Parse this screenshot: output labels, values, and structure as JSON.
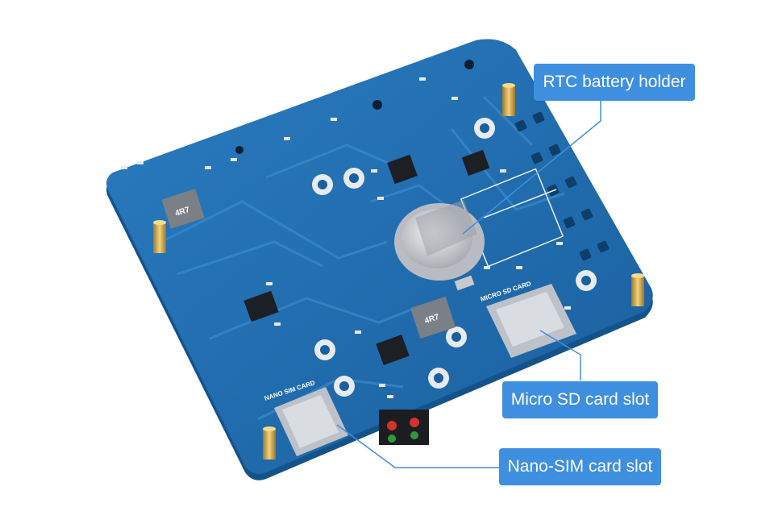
{
  "image": {
    "subject": "blue-pcb-expansion-board",
    "background_color": "#ffffff",
    "board_color": "#1f6fb2",
    "board_edge_color": "#14538a",
    "accent_color": "#3f8fe0"
  },
  "silkscreen": {
    "micro_sd": "MICRO SD CARD",
    "nano_sim": "NANO SIM CARD",
    "inductor_top": "4R7",
    "inductor_bottom": "4R7"
  },
  "callouts": {
    "rtc": "RTC battery holder",
    "micro_sd": "Micro SD card slot",
    "nano_sim": "Nano-SIM card slot"
  }
}
